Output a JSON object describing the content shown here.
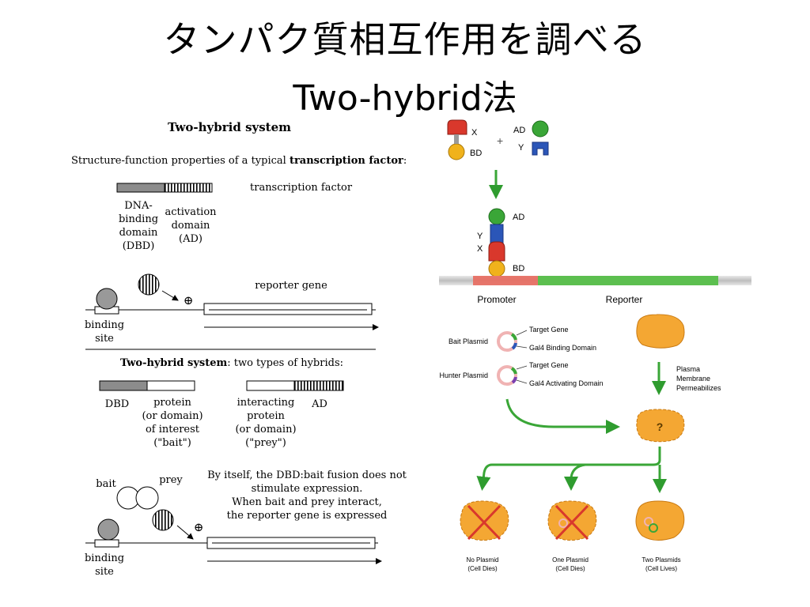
{
  "slide": {
    "title_line1": "タンパク質相互作用を調べる",
    "title_line2": "Two-hybrid法"
  },
  "left_panel": {
    "heading": "Two-hybrid system",
    "intro_prefix": "Structure-function properties of a typical ",
    "intro_bold": "transcription factor",
    "intro_suffix": ":",
    "tf_label": "transcription factor",
    "dbd_lines": [
      "DNA-",
      "binding",
      "domain",
      "(DBD)"
    ],
    "ad_lines": [
      "activation",
      "domain",
      "(AD)"
    ],
    "reporter_gene": "reporter gene",
    "plus": "⊕",
    "binding_site_lines": [
      "binding",
      "site"
    ],
    "section2_bold": "Two-hybrid system",
    "section2_rest": ":  two types of hybrids:",
    "dbd_short": "DBD",
    "bait_lines": [
      "protein",
      "(or domain)",
      "of interest",
      "(\"bait\")"
    ],
    "prey_lines": [
      "interacting",
      "protein",
      "(or domain)",
      "(\"prey\")"
    ],
    "ad_short": "AD",
    "bait_label": "bait",
    "prey_label": "prey",
    "explanation_lines": [
      "By itself, the DBD:bait fusion does not",
      "stimulate expression.",
      "When bait and prey interact,",
      "the reporter gene is expressed"
    ]
  },
  "right_panel": {
    "x_label": "X",
    "bd_label": "BD",
    "plus": "+",
    "ad_label": "AD",
    "y_label": "Y",
    "promoter": "Promoter",
    "reporter": "Reporter",
    "bait_plasmid": "Bait Plasmid",
    "hunter_plasmid": "Hunter Plasmid",
    "target_gene": "Target Gene",
    "gal4_binding": "Gal4 Binding Domain",
    "gal4_activating": "Gal4 Activating Domain",
    "permeabilize_lines": [
      "Plasma",
      "Membrane",
      "Permeabilizes"
    ],
    "question": "?",
    "outcomes": [
      {
        "line1": "No Plasmid",
        "line2": "(Cell Dies)"
      },
      {
        "line1": "One Plasmid",
        "line2": "(Cell Dies)"
      },
      {
        "line1": "Two Plasmids",
        "line2": "(Cell Lives)"
      }
    ],
    "colors": {
      "green": "#3aa637",
      "red": "#d9382c",
      "blue": "#2b56b8",
      "yellow": "#f0b21c",
      "orange": "#f4a733"
    }
  }
}
